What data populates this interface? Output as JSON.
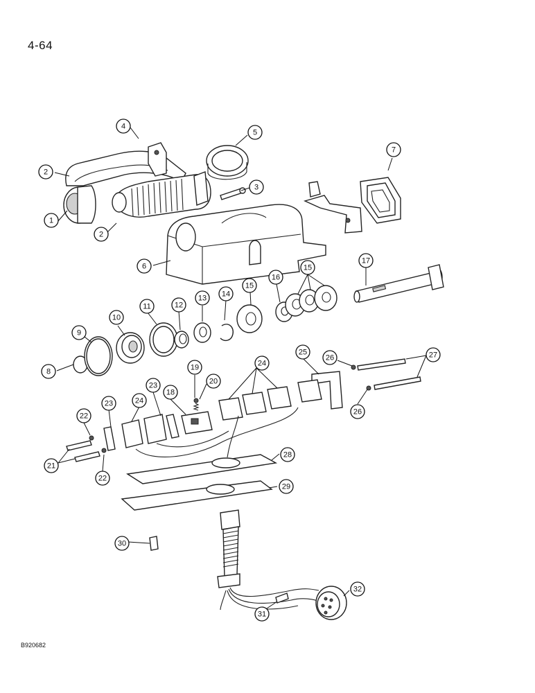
{
  "page_number": "4-64",
  "figure_code": "B920682",
  "callouts": [
    "1",
    "2",
    "2",
    "3",
    "4",
    "5",
    "6",
    "7",
    "8",
    "9",
    "10",
    "11",
    "12",
    "13",
    "14",
    "15",
    "15",
    "16",
    "17",
    "18",
    "19",
    "20",
    "21",
    "22",
    "22",
    "23",
    "23",
    "24",
    "24",
    "25",
    "26",
    "26",
    "27",
    "28",
    "29",
    "30",
    "31",
    "32"
  ]
}
